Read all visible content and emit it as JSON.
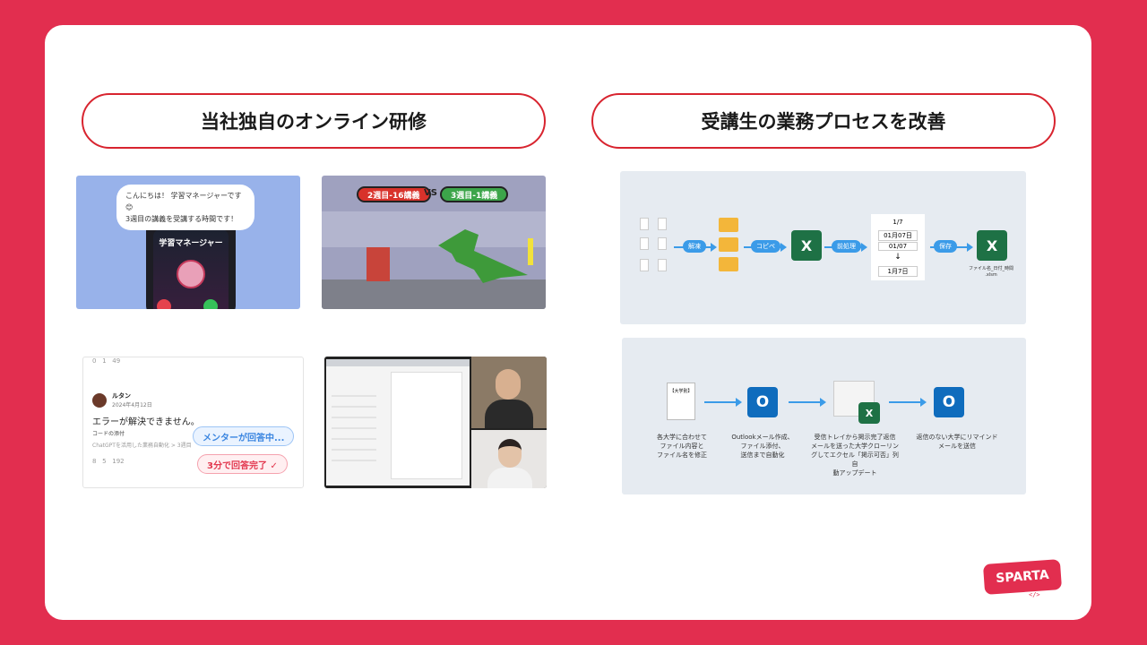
{
  "left_pill": "当社独自のオンライン研修",
  "right_pill": "受講生の業務プロセスを改善",
  "tile1": {
    "bubble": "こんにちは！ 学習マネージャーです😊\n3週目の講義を受講する時間です！",
    "caller": "学習マネージャー"
  },
  "tile2": {
    "left_tag": "2週目-16講義",
    "vs": "VS",
    "right_tag": "3週目-1講義"
  },
  "tile3": {
    "stats_top": "0   1   49",
    "user": "ルタン",
    "date": "2024年4月12日",
    "question": "エラーが解決できません。",
    "attach": "コードの添付",
    "desc": "ChatGPTを活用した業務自動化 > 3週目",
    "stats_bottom": "8   5   192",
    "chip1": "メンターが回答中...",
    "chip2": "3分で回答完了 ✓"
  },
  "flow1": {
    "step1": "解凍",
    "step2": "コピペ",
    "step3": "前処理",
    "step4": "保存",
    "dates": [
      "1/7",
      "01月07日",
      "01/07",
      "↓",
      "1月7日"
    ],
    "file": "ファイル名_日付_時間\n.xlsm",
    "excel_letter": "X"
  },
  "flow2": {
    "doc_tag": "【大学別】",
    "outlook_letter": "O",
    "excel_letter": "X",
    "cap1": "各大学に合わせて\nファイル内容と\nファイル名を修正",
    "cap2": "Outlookメール作成、\nファイル添付、\n送信まで自動化",
    "cap3": "受信トレイから掲示完了返信\nメールを送った大学クローリン\nグしてエクセル「掲示可否」列自\n動アップデート",
    "cap4": "返信のない大学にリマインド\nメールを送信"
  },
  "logo": "SPARTA",
  "logo_sub": "</>"
}
